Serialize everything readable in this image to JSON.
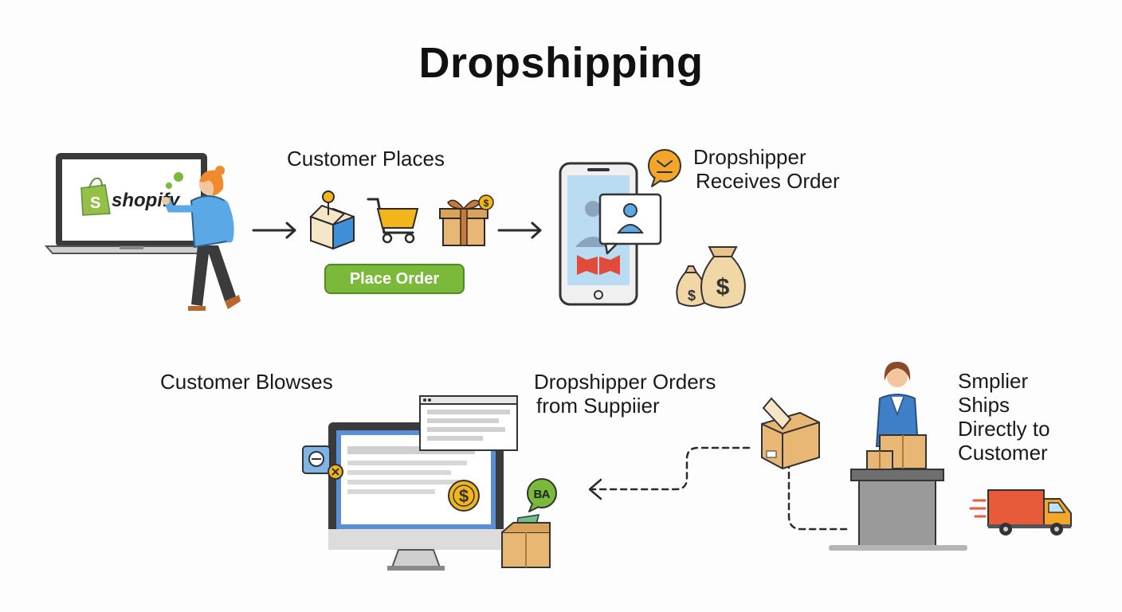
{
  "title": "Dropshipping",
  "steps": {
    "customer_places": "Customer Places",
    "place_order_button": "Place Order",
    "dropshipper_receives": [
      "Dropshipper",
      "Receives Order"
    ],
    "customer_browses": "Customer Blowses",
    "dropshipper_orders": [
      "Dropshipper Orders",
      "from Suppiier"
    ],
    "supplier_ships": [
      "Smplier",
      "Ships",
      "Directly to",
      "Customer"
    ]
  },
  "store_logo": "shopify",
  "icon_text": {
    "chat_bubble": "ВА",
    "money_bag": "$",
    "coin": "$"
  },
  "colors": {
    "shopify_green": "#95bf47",
    "button_green": "#7ab93a",
    "box_tan": "#e9b774",
    "shirt_blue": "#5aa9e6",
    "hair_orange": "#f08a2c",
    "truck_red": "#e85b3a",
    "coin_gold": "#f2b51c",
    "bubble_orange": "#f4a62a"
  }
}
